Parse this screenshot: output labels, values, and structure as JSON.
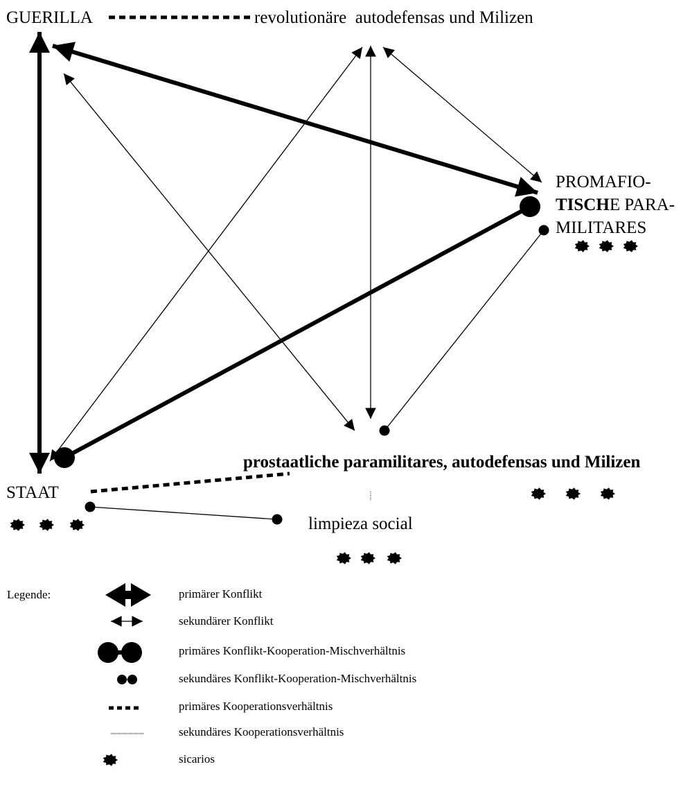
{
  "nodes": {
    "guerilla": "GUERILLA",
    "revolutionary_militias": "revolutionäre  autodefensas und Milizen",
    "promafia_line1": "PROMAFIO-",
    "promafia_line2_bold": "TISCH",
    "promafia_line2_rest": "E PARA-",
    "promafia_line3": "MILITARES",
    "state": "STAAT",
    "prostate_militias": "prostaatliche paramilitares, autodefensas und Milizen",
    "social_cleansing": "limpieza social"
  },
  "legend": {
    "title": "Legende:",
    "items": [
      {
        "symbol": "primary-conflict",
        "label": "primärer Konflikt"
      },
      {
        "symbol": "secondary-conflict",
        "label": "sekundärer Konflikt"
      },
      {
        "symbol": "primary-mixed",
        "label": "primäres Konflikt-Kooperation-Mischverhältnis"
      },
      {
        "symbol": "secondary-mixed",
        "label": "sekundäres Konflikt-Kooperation-Mischverhältnis"
      },
      {
        "symbol": "primary-cooperation",
        "label": "primäres Kooperationsverhältnis"
      },
      {
        "symbol": "secondary-cooperation",
        "label": "sekundäres Kooperationsverhältnis"
      },
      {
        "symbol": "sicarios",
        "label": "sicarios"
      }
    ]
  },
  "relations": [
    {
      "from": "guerilla",
      "to": "state",
      "type": "primary-conflict"
    },
    {
      "from": "guerilla",
      "to": "promafia",
      "type": "primary-conflict"
    },
    {
      "from": "guerilla",
      "to": "prostate_militias",
      "type": "secondary-conflict"
    },
    {
      "from": "revolutionary_militias",
      "to": "state",
      "type": "secondary-conflict"
    },
    {
      "from": "revolutionary_militias",
      "to": "prostate_militias",
      "type": "secondary-conflict"
    },
    {
      "from": "revolutionary_militias",
      "to": "promafia",
      "type": "secondary-conflict"
    },
    {
      "from": "state",
      "to": "promafia",
      "type": "primary-mixed"
    },
    {
      "from": "promafia",
      "to": "prostate_militias",
      "type": "secondary-mixed"
    },
    {
      "from": "state",
      "to": "social_cleansing",
      "type": "secondary-mixed"
    },
    {
      "from": "guerilla",
      "to": "revolutionary_militias",
      "type": "primary-cooperation"
    },
    {
      "from": "state",
      "to": "prostate_militias",
      "type": "primary-cooperation"
    },
    {
      "from": "prostate_militias",
      "to": "social_cleansing",
      "type": "secondary-cooperation"
    }
  ],
  "sicarios_groups": [
    "state",
    "promafia",
    "prostate_militias",
    "social_cleansing"
  ],
  "colors": {
    "ink": "#000000",
    "background": "#ffffff"
  }
}
